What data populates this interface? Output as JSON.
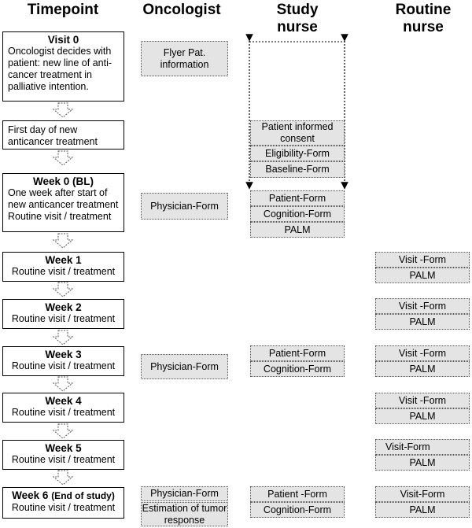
{
  "headers": {
    "timepoint": "Timepoint",
    "oncologist": "Oncologist",
    "study_nurse": "Study\nnurse",
    "routine_nurse": "Routine\nnurse"
  },
  "timepoints": [
    {
      "title": "Visit 0",
      "lines": [
        "Oncologist decides with patient: new line of anti-cancer treatment in palliative intention."
      ]
    },
    {
      "title": "",
      "lines": [
        "First day of new anticancer treatment"
      ]
    },
    {
      "title": "Week 0 (BL)",
      "lines": [
        "One week after start of new anticancer treatment",
        "Routine visit / treatment"
      ]
    },
    {
      "title": "Week 1",
      "lines": [
        "Routine visit / treatment"
      ]
    },
    {
      "title": "Week 2",
      "lines": [
        "Routine visit / treatment"
      ]
    },
    {
      "title": "Week 3",
      "lines": [
        "Routine visit / treatment"
      ]
    },
    {
      "title": "Week 4",
      "lines": [
        "Routine visit / treatment"
      ]
    },
    {
      "title": "Week 5",
      "lines": [
        "Routine visit / treatment"
      ]
    },
    {
      "title": "Week 6",
      "title_suffix": "(End of study)",
      "lines": [
        "Routine visit / treatment"
      ]
    }
  ],
  "oncologist": {
    "flyer": "Flyer Pat. information",
    "physician_form_bl": "Physician-Form",
    "physician_form_w3": "Physician-Form",
    "physician_form_w6": "Physician-Form",
    "tumor_response": "Estimation of tumor response"
  },
  "study_nurse": {
    "informed_consent": "Patient informed consent",
    "eligibility": "Eligibility-Form",
    "baseline": "Baseline-Form",
    "patient_form_bl": "Patient-Form",
    "cognition_form_bl": "Cognition-Form",
    "palm_bl": "PALM",
    "patient_form_w3": "Patient-Form",
    "cognition_form_w3": "Cognition-Form",
    "patient_form_w6": "Patient -Form",
    "cognition_form_w6": "Cognition-Form"
  },
  "routine_nurse": {
    "w1_visit": "Visit -Form",
    "w1_palm": "PALM",
    "w2_visit": "Visit -Form",
    "w2_palm": "PALM",
    "w3_visit": "Visit -Form",
    "w3_palm": "PALM",
    "w4_visit": "Visit -Form",
    "w4_palm": "PALM",
    "w5_visit": "Visit-Form",
    "w5_palm": "PALM",
    "w6_visit": "Visit-Form",
    "w6_palm": "PALM"
  }
}
